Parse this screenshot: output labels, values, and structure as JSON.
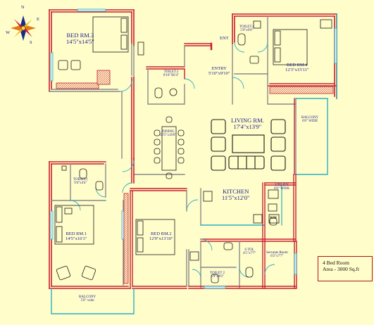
{
  "compass": {
    "north": "N",
    "east": "E",
    "south": "S",
    "west": "W"
  },
  "rooms": {
    "bed3_upper": {
      "name": "BED RM.3",
      "dims": "14'5\"x14'5\""
    },
    "toilet4": {
      "name": "TOILET.4",
      "dims": "5'9\"x9'0\""
    },
    "ent": {
      "name": "ENT"
    },
    "bed4": {
      "name": "BED RM.4",
      "dims": "12'3\"x15'11\""
    },
    "toilet3": {
      "name": "TOILET.3",
      "dims": "8'10\"X6'4\""
    },
    "entry": {
      "name": "ENTRY",
      "dims": "5'10\"x9'10\""
    },
    "living": {
      "name": "LIVING RM.",
      "dims": "17'4\"x13'9\""
    },
    "balcony_right": {
      "name": "BALCONY",
      "dims": "6'0\" WIDE"
    },
    "dining": {
      "name": "DINING",
      "dims": "12'5\"x16'0\""
    },
    "toilet1": {
      "name": "TOILET.1",
      "dims": "9'4\"x4'4\""
    },
    "kitchen": {
      "name": "KITCHEN",
      "dims": "11'5\"x12'0\""
    },
    "utility": {
      "name": "UTILITY",
      "dims": "6'0\" WIDE"
    },
    "bed1": {
      "name": "BED RM.1",
      "dims": "14'5\"x16'1\""
    },
    "bed2": {
      "name": "BED RM.2",
      "dims": "12'9\"x13'10\""
    },
    "stoilet": {
      "name": "S TOL",
      "dims": "4'5\"x7'7\""
    },
    "servants": {
      "name": "Servants Room",
      "dims": "6'2\"x7'7\""
    },
    "toilet2": {
      "name": "TOILET 2",
      "dims": "5'9\"x9'0\""
    },
    "balcony_bottom": {
      "name": "BALCONY",
      "dims": "5'0\" wide"
    }
  },
  "appliances": {
    "washing_machine": "WM"
  },
  "legend": {
    "line1": "4 Bed Room",
    "line2": "Area - 3000 Sq.ft"
  },
  "colors": {
    "background": "#fffdca",
    "wall_red": "#c81e30",
    "wall_grey": "#8a8a8a",
    "balcony_cyan": "#2ab0c4",
    "label_blue": "#1a1a8a",
    "window_cyan": "#5cd0dc"
  }
}
